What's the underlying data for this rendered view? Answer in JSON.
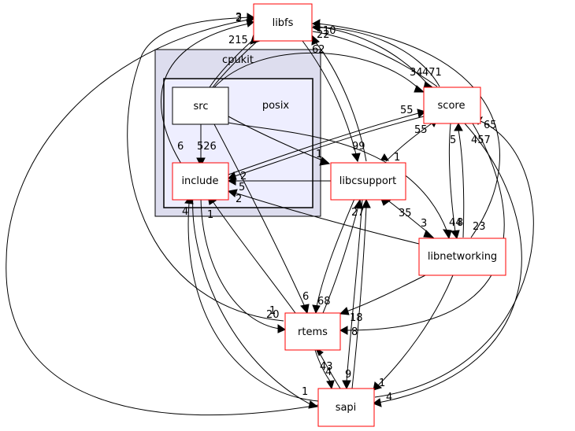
{
  "clusters": {
    "cpukit": "cpukit",
    "posix": "posix"
  },
  "nodes": {
    "libfs": "libfs",
    "src": "src",
    "include": "include",
    "libcsupport": "libcsupport",
    "score": "score",
    "libnetworking": "libnetworking",
    "rtems": "rtems",
    "sapi": "sapi"
  },
  "edge_labels": {
    "l_3": "3",
    "l_2a": "2",
    "l_215": "215",
    "l_22": "22",
    "l_10": "10",
    "l_62": "62",
    "l_34": "34",
    "l_471": "471",
    "l_55a": "55",
    "l_55b": "55",
    "l_65": "65",
    "l_5a": "5",
    "l_457": "457",
    "l_6a": "6",
    "l_526": "526",
    "l_1a": "1",
    "l_99": "99",
    "l_1b": "1",
    "l_2b": "2",
    "l_5b": "5",
    "l_2c": "2",
    "l_4a": "4",
    "l_1c": "1",
    "l_27": "27",
    "l_35": "35",
    "l_3b": "3",
    "l_44": "44",
    "l_8a": "8",
    "l_23": "23",
    "l_6b": "6",
    "l_68": "68",
    "l_1d": "1",
    "l_20": "20",
    "l_18": "18",
    "l_8b": "8",
    "l_43": "43",
    "l_4b": "4",
    "l_9": "9",
    "l_1e": "1",
    "l_1f": "1",
    "l_4c": "4"
  }
}
